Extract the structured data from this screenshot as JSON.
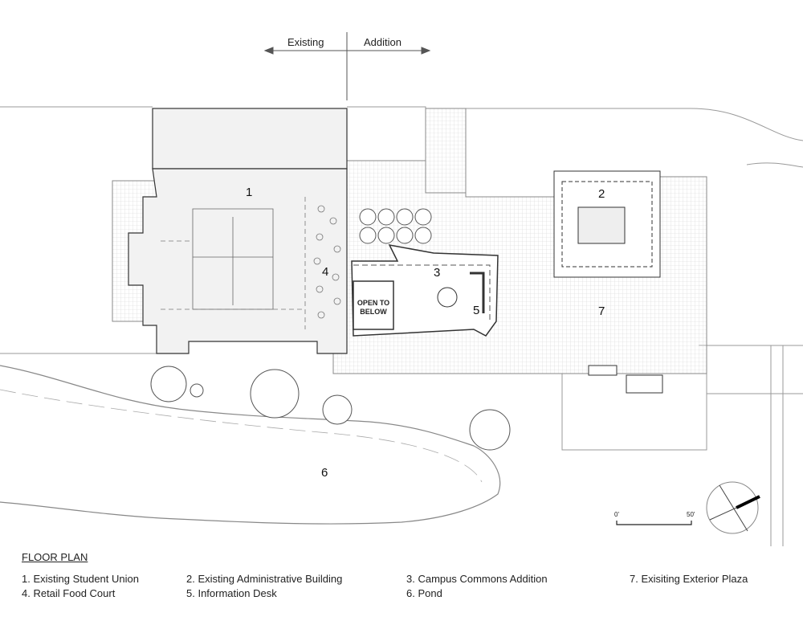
{
  "header": {
    "existing_label": "Existing",
    "addition_label": "Addition"
  },
  "plan_labels": {
    "n1": "1",
    "n2": "2",
    "n3": "3",
    "n4": "4",
    "n5": "5",
    "n6": "6",
    "n7": "7",
    "open_to_below": "OPEN TO BELOW"
  },
  "scale_bar": {
    "start": "0'",
    "end": "50'"
  },
  "legend": {
    "title": "FLOOR PLAN",
    "items": [
      "1. Existing Student Union",
      "2. Existing Administrative Building",
      "3. Campus Commons Addition",
      "7. Exisiting Exterior Plaza",
      "4. Retail Food Court",
      "5. Information Desk",
      "6. Pond"
    ]
  },
  "colors": {
    "line": "#333333",
    "existing_fill": "#efefef",
    "grid": "#d8d8d8"
  }
}
